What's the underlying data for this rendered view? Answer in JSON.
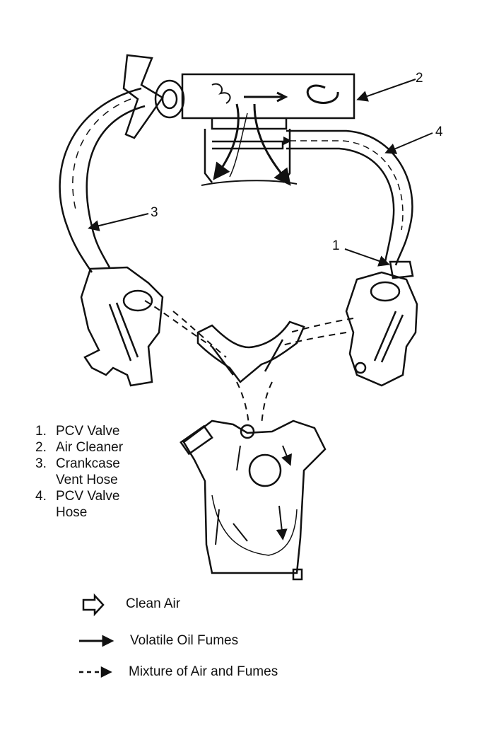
{
  "callouts": {
    "c1": "1",
    "c2": "2",
    "c3": "3",
    "c4": "4"
  },
  "key": [
    {
      "num": "1.",
      "lines": [
        "PCV Valve"
      ]
    },
    {
      "num": "2.",
      "lines": [
        "Air Cleaner"
      ]
    },
    {
      "num": "3.",
      "lines": [
        "Crankcase",
        "Vent Hose"
      ]
    },
    {
      "num": "4.",
      "lines": [
        "PCV Valve",
        "Hose"
      ]
    }
  ],
  "legend": {
    "clean_air": "Clean Air",
    "oil_fumes": "Volatile Oil Fumes",
    "mixture": "Mixture of Air and Fumes"
  },
  "colors": {
    "ink": "#111111",
    "background": "#ffffff"
  }
}
